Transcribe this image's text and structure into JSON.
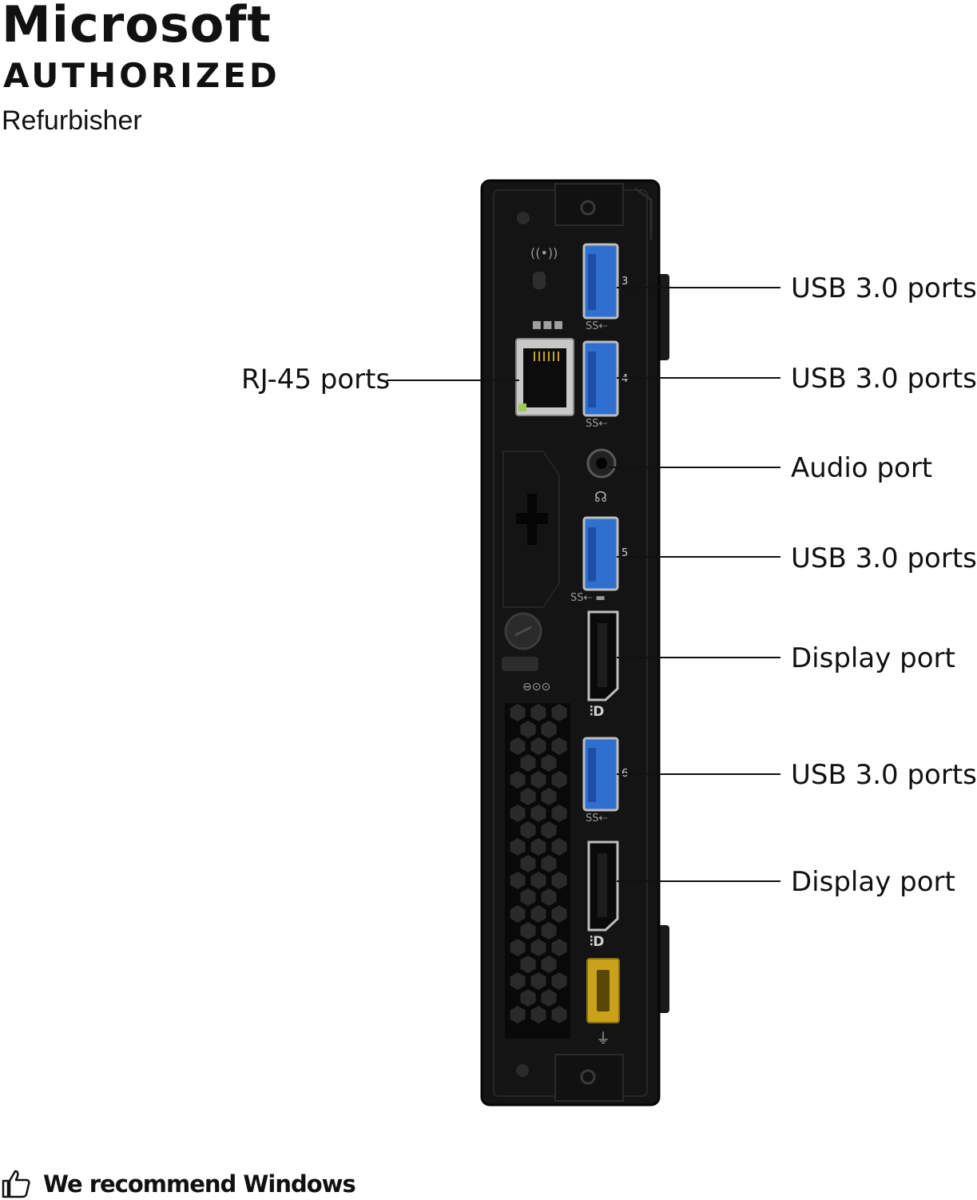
{
  "badge": {
    "line1": "Microsoft",
    "line2": "AUTHORIZED",
    "line3": "Refurbisher"
  },
  "callouts": {
    "usb_1": "USB 3.0 ports",
    "usb_2": "USB 3.0 ports",
    "audio": "Audio port",
    "usb_3": "USB 3.0 ports",
    "display_1": "Display port",
    "usb_4": "USB 3.0 ports",
    "display_2": "Display port",
    "rj45": "RJ-45 ports"
  },
  "port_numbers": {
    "usb_a": "3",
    "usb_b": "4",
    "usb_c": "5",
    "usb_d": "6"
  },
  "footer": {
    "icon": "thumbs-up-icon",
    "text": "We recommend Windows"
  },
  "colors": {
    "chassis": "#141414",
    "usb_blue": "#2f6fd0",
    "power_yellow": "#c9a21a",
    "ethernet_metal": "#c8c8c8"
  }
}
